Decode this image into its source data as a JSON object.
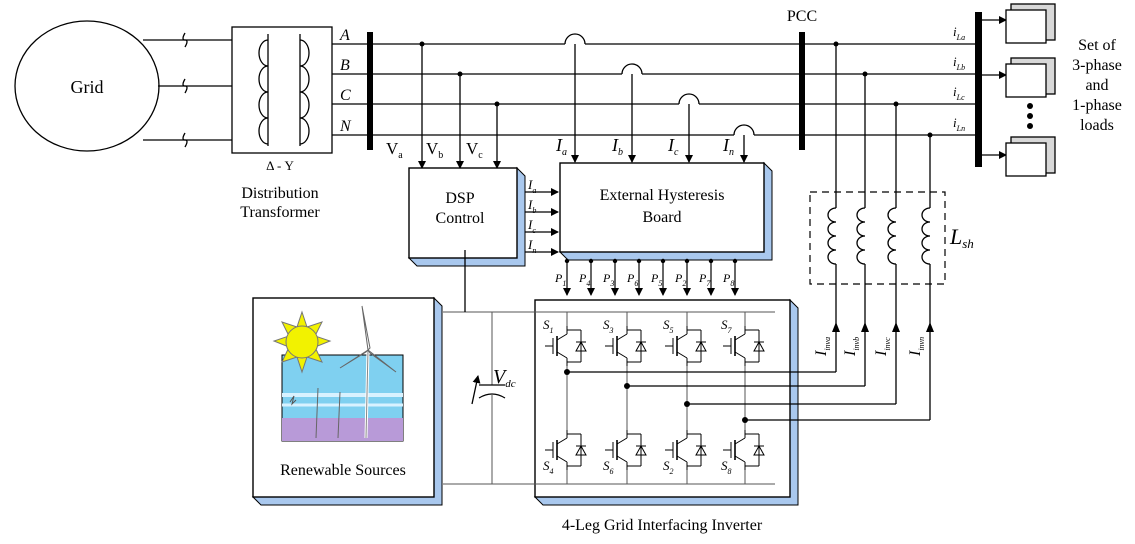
{
  "grid": {
    "label": "Grid"
  },
  "transformer": {
    "symbol": "Δ - Y",
    "line1": "Distribution",
    "line2": "Transformer"
  },
  "phases": {
    "a": "A",
    "b": "B",
    "c": "C",
    "n": "N"
  },
  "pcc": "PCC",
  "loads": {
    "line1": "Set of",
    "line2": "3-phase",
    "line3": "and",
    "line4": "1-phase",
    "line5": "loads"
  },
  "load_currents": [
    {
      "base": "i",
      "sub": "La"
    },
    {
      "base": "i",
      "sub": "Lb"
    },
    {
      "base": "i",
      "sub": "Lc"
    },
    {
      "base": "i",
      "sub": "Ln"
    }
  ],
  "voltages": [
    {
      "base": "V",
      "sub": "a"
    },
    {
      "base": "V",
      "sub": "b"
    },
    {
      "base": "V",
      "sub": "c"
    }
  ],
  "grid_currents": [
    {
      "base": "I",
      "sub": "a"
    },
    {
      "base": "I",
      "sub": "b"
    },
    {
      "base": "I",
      "sub": "c"
    },
    {
      "base": "I",
      "sub": "n"
    }
  ],
  "dsp": {
    "line1": "DSP",
    "line2": "Control"
  },
  "dsp_refs": [
    {
      "base": "I",
      "sub": "a"
    },
    {
      "base": "I",
      "sub": "b"
    },
    {
      "base": "I",
      "sub": "c"
    },
    {
      "base": "I",
      "sub": "n"
    }
  ],
  "hysteresis": {
    "line1": "External Hysteresis",
    "line2": "Board"
  },
  "pulses": [
    {
      "base": "P",
      "sub": "1"
    },
    {
      "base": "P",
      "sub": "4"
    },
    {
      "base": "P",
      "sub": "3"
    },
    {
      "base": "P",
      "sub": "6"
    },
    {
      "base": "P",
      "sub": "5"
    },
    {
      "base": "P",
      "sub": "2"
    },
    {
      "base": "P",
      "sub": "7"
    },
    {
      "base": "P",
      "sub": "8"
    }
  ],
  "inductor": {
    "base": "L",
    "sub": "sh"
  },
  "inverter_currents": [
    {
      "base": "I",
      "sub": "inva"
    },
    {
      "base": "I",
      "sub": "invb"
    },
    {
      "base": "I",
      "sub": "invc"
    },
    {
      "base": "I",
      "sub": "invn"
    }
  ],
  "vdc": {
    "base": "V",
    "sub": "dc"
  },
  "switches_top": [
    {
      "base": "S",
      "sub": "1"
    },
    {
      "base": "S",
      "sub": "3"
    },
    {
      "base": "S",
      "sub": "5"
    },
    {
      "base": "S",
      "sub": "7"
    }
  ],
  "switches_bottom": [
    {
      "base": "S",
      "sub": "4"
    },
    {
      "base": "S",
      "sub": "6"
    },
    {
      "base": "S",
      "sub": "2"
    },
    {
      "base": "S",
      "sub": "8"
    }
  ],
  "renewable": {
    "label": "Renewable Sources"
  },
  "inverter": {
    "label": "4-Leg Grid Interfacing Inverter"
  },
  "colors": {
    "box_shadow": "#a9c8ee",
    "sun": "#f2f200",
    "sky": "#7fd0f0",
    "ground": "#b89ad8"
  }
}
